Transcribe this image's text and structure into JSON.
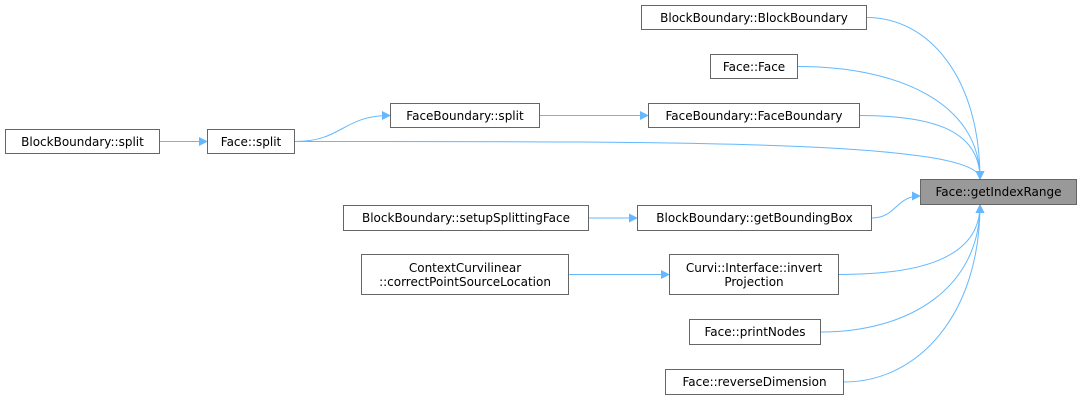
{
  "colors": {
    "edge": "#63b8ff",
    "node_border": "#666666",
    "target_fill": "#999999"
  },
  "target": {
    "id": "getIndexRange",
    "label": "Face::getIndexRange"
  },
  "nodes": [
    {
      "id": "bbCtor",
      "label": "BlockBoundary::BlockBoundary"
    },
    {
      "id": "faceCtor",
      "label": "Face::Face"
    },
    {
      "id": "fbSplit",
      "label": "FaceBoundary::split"
    },
    {
      "id": "fbCtor",
      "label": "FaceBoundary::FaceBoundary"
    },
    {
      "id": "bbSplit",
      "label": "BlockBoundary::split"
    },
    {
      "id": "faceSplit",
      "label": "Face::split"
    },
    {
      "id": "bbSetup",
      "label": "BlockBoundary::setupSplittingFace"
    },
    {
      "id": "bbBox",
      "label": "BlockBoundary::getBoundingBox"
    },
    {
      "id": "ccCorrect",
      "line1": "ContextCurvilinear",
      "line2": "::correctPointSourceLocation"
    },
    {
      "id": "curviInvert",
      "line1": "Curvi::Interface::invert",
      "line2": "Projection"
    },
    {
      "id": "facePrint",
      "label": "Face::printNodes"
    },
    {
      "id": "faceReverse",
      "label": "Face::reverseDimension"
    }
  ],
  "edges": [
    {
      "from": "bbCtor",
      "to": "getIndexRange"
    },
    {
      "from": "faceCtor",
      "to": "getIndexRange"
    },
    {
      "from": "fbCtor",
      "to": "getIndexRange"
    },
    {
      "from": "faceSplit",
      "to": "getIndexRange"
    },
    {
      "from": "bbBox",
      "to": "getIndexRange"
    },
    {
      "from": "curviInvert",
      "to": "getIndexRange"
    },
    {
      "from": "facePrint",
      "to": "getIndexRange"
    },
    {
      "from": "faceReverse",
      "to": "getIndexRange"
    },
    {
      "from": "fbSplit",
      "to": "fbCtor"
    },
    {
      "from": "faceSplit",
      "to": "fbSplit"
    },
    {
      "from": "bbSplit",
      "to": "faceSplit"
    },
    {
      "from": "bbSetup",
      "to": "bbBox"
    },
    {
      "from": "ccCorrect",
      "to": "curviInvert"
    }
  ]
}
